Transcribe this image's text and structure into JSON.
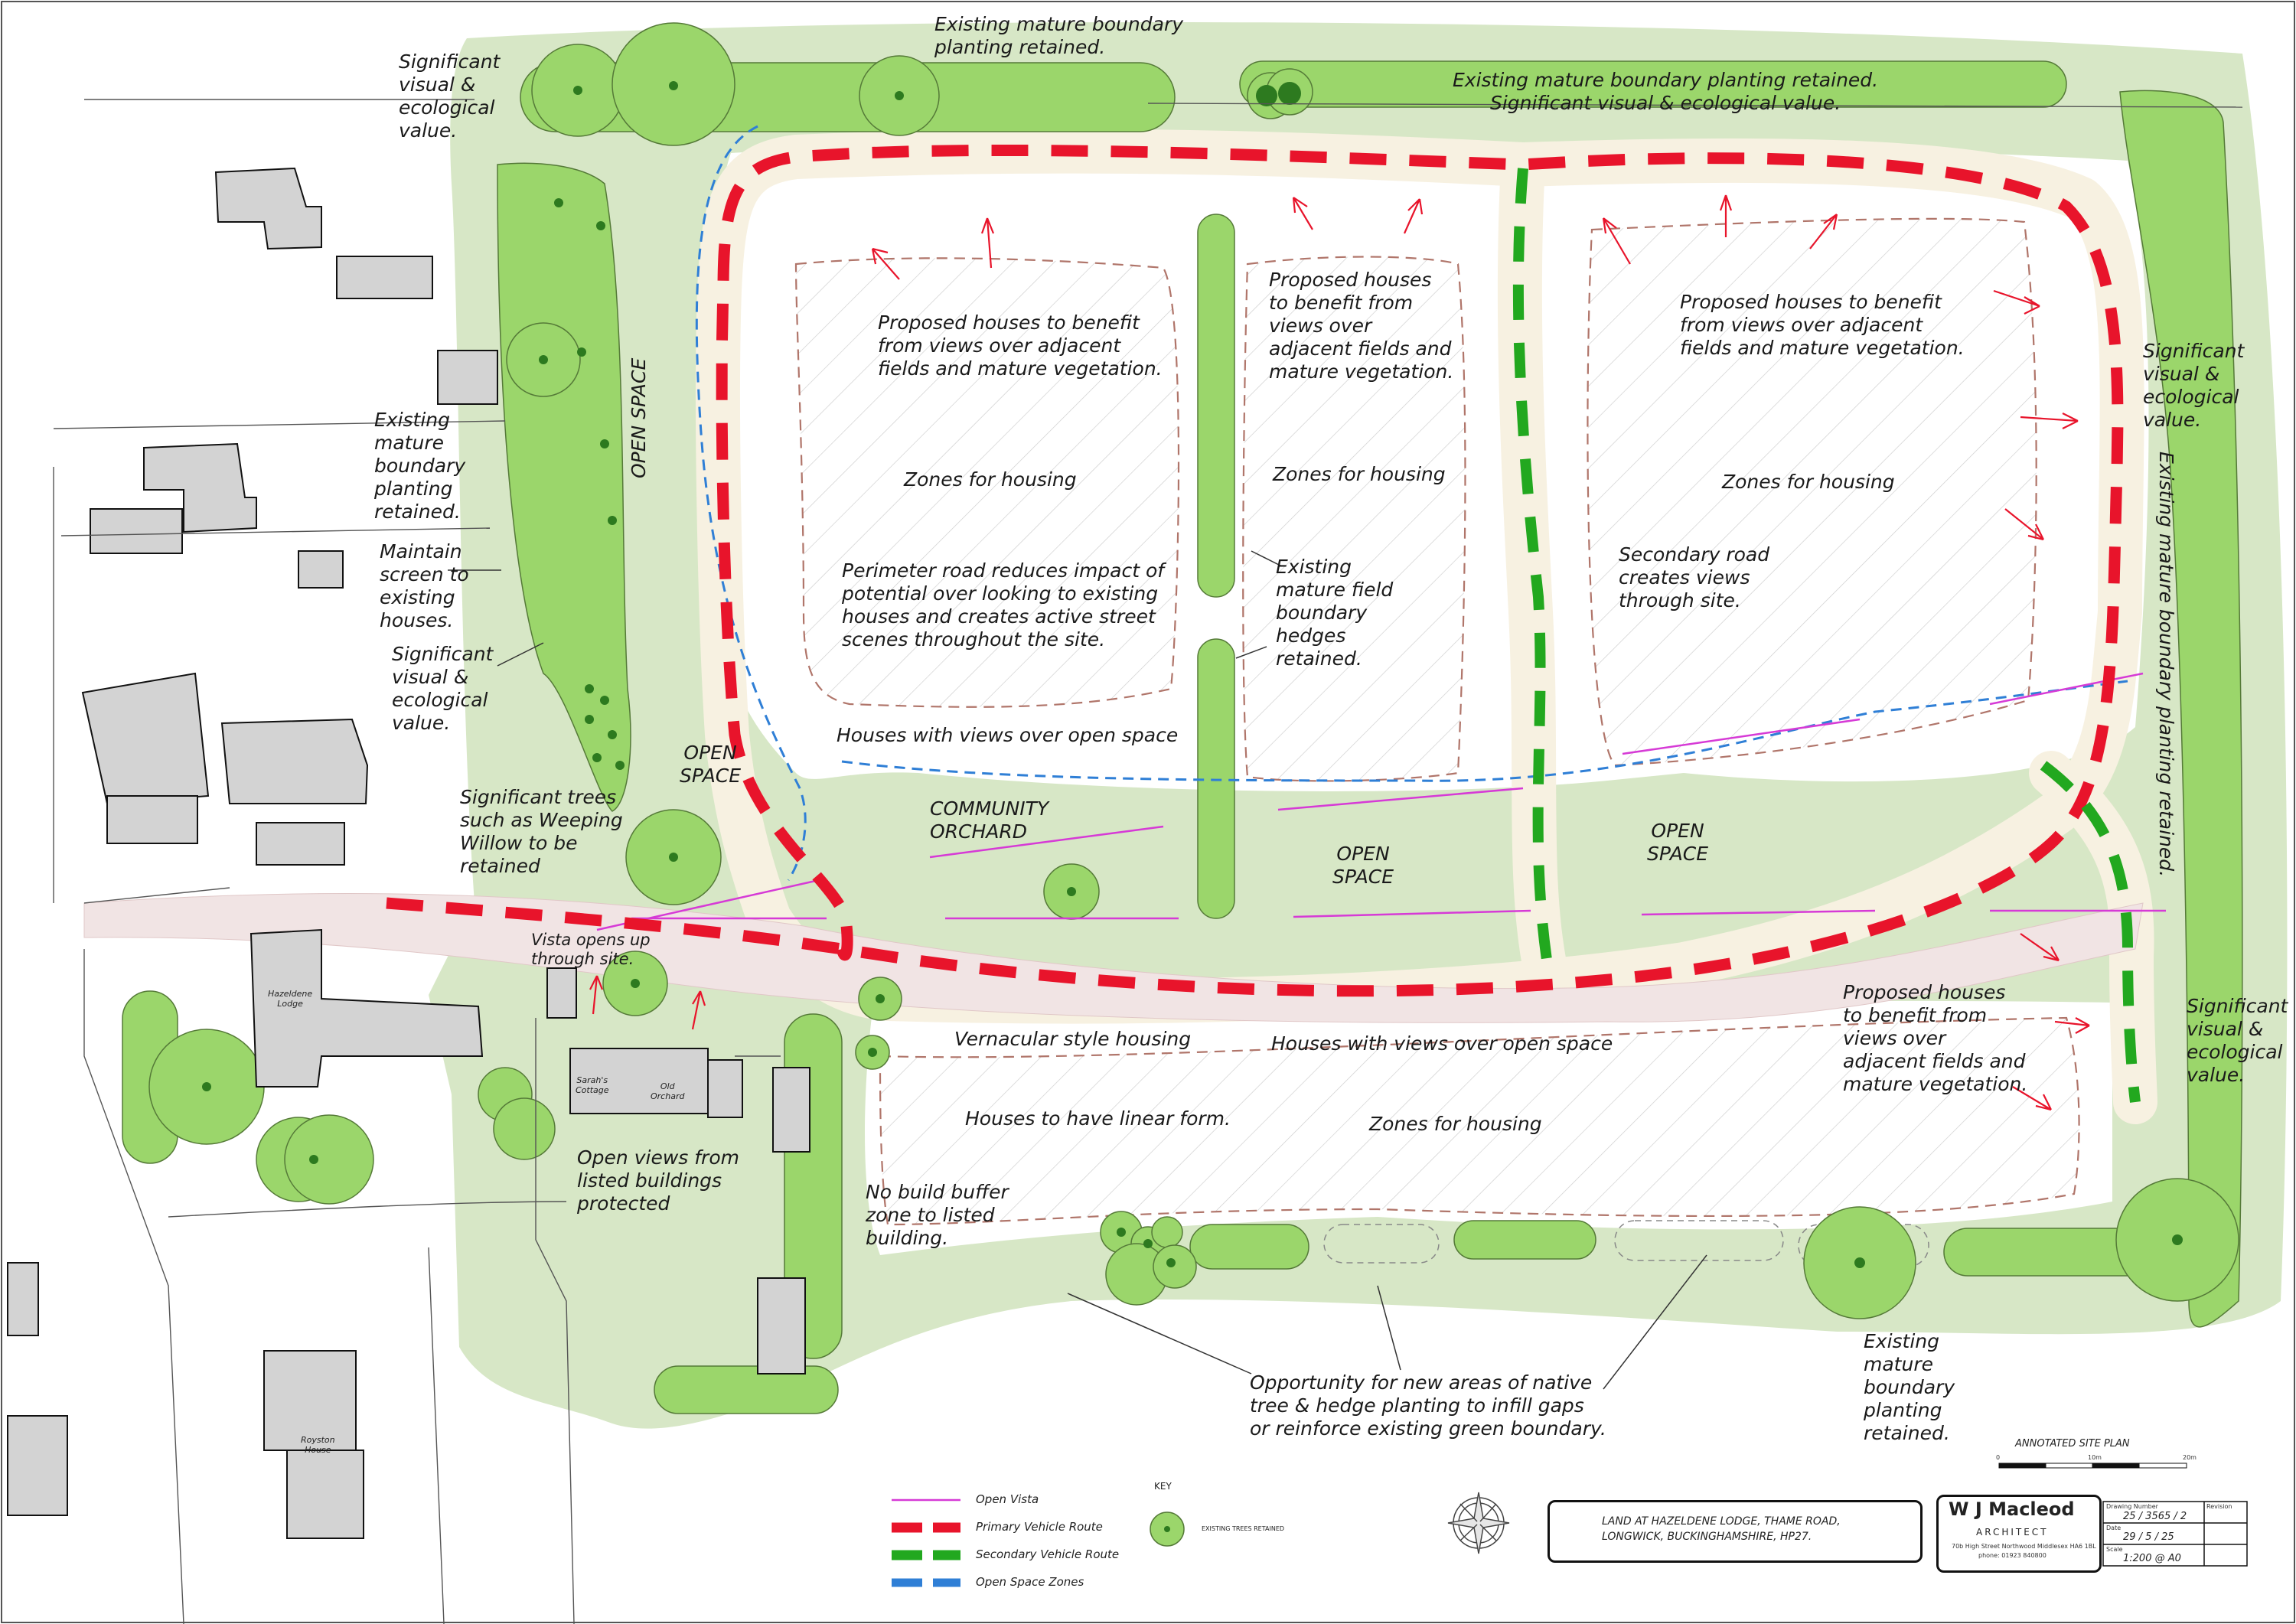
{
  "annotations": {
    "top_boundary": "Existing mature boundary\nplanting retained.",
    "top_right_boundary": "Existing mature boundary planting retained.\nSignificant visual & ecological value.",
    "top_left_visual": "Significant\nvisual &\necological\nvalue.",
    "left_boundary": "Existing\nmature\nboundary\nplanting\nretained.",
    "maintain_screen": "Maintain\nscreen to\nexisting\nhouses.",
    "left_visual": "Significant\nvisual &\necological\nvalue.",
    "open_space_vertical": "OPEN SPACE",
    "proposed_views_1": "Proposed houses to benefit\nfrom views over adjacent\nfields and mature vegetation.",
    "zones_1": "Zones for housing",
    "perimeter_road": "Perimeter road reduces impact of\npotential over looking to existing\nhouses and creates active street\nscenes throughout the site.",
    "proposed_views_2": "Proposed houses\nto benefit from\nviews over\nadjacent fields and\nmature vegetation.",
    "zones_2": "Zones for housing",
    "existing_hedges": "Existing\nmature field\nboundary\nhedges\nretained.",
    "proposed_views_3": "Proposed houses to benefit\nfrom views over adjacent\nfields and mature vegetation.",
    "zones_3": "Zones for housing",
    "secondary_road": "Secondary road\ncreates views\nthrough site.",
    "right_visual_top": "Significant\nvisual &\necological\nvalue.",
    "right_boundary_vertical": "Existing mature boundary planting retained.",
    "houses_open_space_1": "Houses with views over open space",
    "open_space_left": "OPEN\nSPACE",
    "community_orchard": "COMMUNITY\nORCHARD",
    "open_space_mid": "OPEN\nSPACE",
    "open_space_right": "OPEN\nSPACE",
    "significant_trees": "Significant trees\nsuch as Weeping\nWillow to be\nretained",
    "vista": "Vista opens up\nthrough site.",
    "vernacular": "Vernacular style housing",
    "houses_open_space_2": "Houses with views over open space",
    "linear_form": "Houses to have linear form.",
    "zones_4": "Zones for housing",
    "proposed_views_4": "Proposed houses\nto benefit from\nviews over\nadjacent fields and\nmature vegetation.",
    "right_visual_bottom": "Significant\nvisual &\necological\nvalue.",
    "open_views": "Open views from\nlisted buildings\nprotected",
    "no_build": "No build buffer\nzone to listed\nbuilding.",
    "opportunity": "Opportunity for new areas of native\ntree & hedge planting to infill gaps\nor reinforce existing green boundary.",
    "bottom_right_boundary": "Existing\nmature\nboundary\nplanting\nretained."
  },
  "buildings": {
    "hazeldene": "Hazeldene\nLodge",
    "sarahs": "Sarah's\nCottage",
    "old_orchard": "Old\nOrchard",
    "royston": "Royston\nHouse"
  },
  "legend": {
    "open_vista": "Open Vista",
    "primary_route": "Primary Vehicle Route",
    "secondary_route": "Secondary Vehicle Route",
    "open_space_zones": "Open Space Zones",
    "key": "KEY",
    "existing_trees": "EXISTING TREES RETAINED"
  },
  "title_block": {
    "sheet_title": "ANNOTATED SITE PLAN",
    "address": "LAND AT HAZELDENE LODGE, THAME ROAD,\nLONGWICK, BUCKINGHAMSHIRE, HP27.",
    "firm": "W J Macleod",
    "firm_sub": "ARCHITECT",
    "firm_addr": "70b High Street  Northwood Middlesex HA6 1BL",
    "firm_phone": "phone: 01923 840800",
    "drawing_number_label": "Drawing Number",
    "drawing_number": "25 / 3565 / 2",
    "revision_label": "Revision",
    "date_label": "Date",
    "date": "29 / 5 / 25",
    "scale_label": "Scale",
    "scale": "1:200 @ A0",
    "scale_bar_0": "0",
    "scale_bar_mid": "10m",
    "scale_bar_end": "20m"
  },
  "colors": {
    "tree_fill": "#9bd66b",
    "tree_dark": "#2d7a1f",
    "open_space_fill": "#d7e7c6",
    "road_fill": "#f7f1e1",
    "road_entrance": "#f1e4e4",
    "primary_route": "#e8142b",
    "secondary_route": "#22a81f",
    "open_space_zone": "#2f7fd6",
    "open_vista": "#d63ad6",
    "housing_zone_edge": "#b0756a",
    "building_fill": "#d3d3d3"
  }
}
